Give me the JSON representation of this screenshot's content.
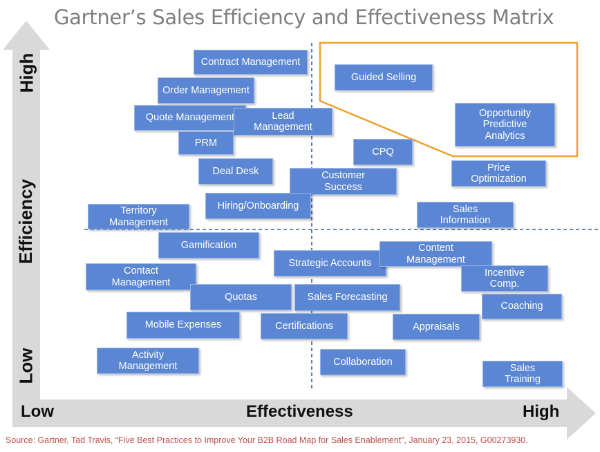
{
  "title": "Gartner’s Sales Efficiency and Effectiveness Matrix",
  "y_axis": {
    "label": "Efficiency",
    "low": "Low",
    "high": "High"
  },
  "x_axis": {
    "label": "Effectiveness",
    "low": "Low",
    "high": "High"
  },
  "colors": {
    "box": "#5b86d4",
    "highlight": "#f0a030",
    "divider": "#2e5ea8",
    "axis": "#d9d9d9"
  },
  "items": [
    "Contract Management",
    "Order Management",
    "Quote Management",
    "Lead\nManagement",
    "PRM",
    "Deal Desk",
    "Customer\nSuccess",
    "Hiring/Onboarding",
    "Territory\nManagement",
    "Guided Selling",
    "Opportunity\nPredictive\nAnalytics",
    "CPQ",
    "Price\nOptimization",
    "Sales\nInformation",
    "Gamification",
    "Strategic Accounts",
    "Content\nManagement",
    "Contact\nManagement",
    "Incentive\nComp.",
    "Quotas",
    "Sales Forecasting",
    "Coaching",
    "Mobile Expenses",
    "Certifications",
    "Appraisals",
    "Activity\nManagement",
    "Collaboration",
    "Sales\nTraining"
  ],
  "source": "Source: Gartner, Tad Travis, “Five Best Practices to Improve Your B2B Road Map for Sales Enablement”, January 23, 2015, G00273930."
}
